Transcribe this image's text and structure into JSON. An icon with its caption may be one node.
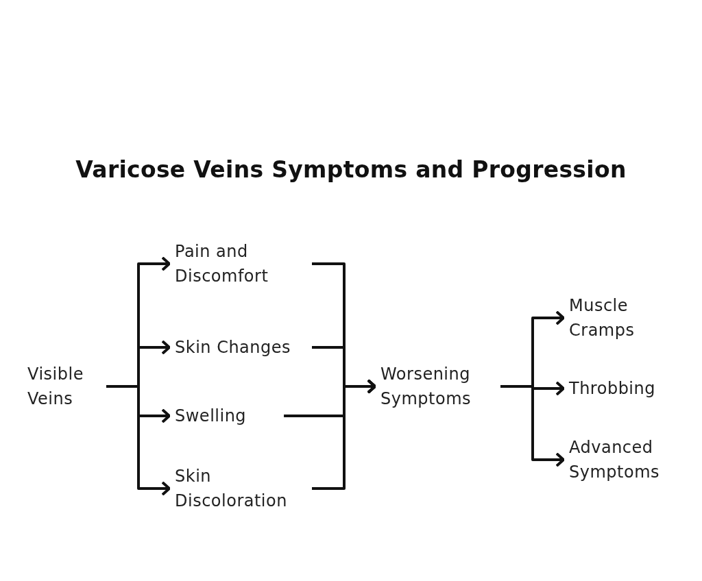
{
  "diagram": {
    "title": "Varicose Veins Symptoms and Progression",
    "nodes": [
      {
        "text": [
          "Visible Veins"
        ]
      },
      {
        "text": [
          "Pain and Discomfort"
        ]
      },
      {
        "text": [
          "Skin Changes"
        ]
      },
      {
        "text": [
          "Swelling"
        ]
      },
      {
        "text": [
          "Skin Discoloration"
        ]
      },
      {
        "text": [
          "Worsening Symptoms"
        ]
      },
      {
        "text": [
          "Muscle Cramps"
        ]
      },
      {
        "text": [
          "Throbbing"
        ]
      },
      {
        "text": [
          "Advanced Symptoms"
        ]
      }
    ],
    "edges": [
      {
        "from": 0,
        "to": 1,
        "arrow": "to"
      },
      {
        "from": 0,
        "to": 2,
        "arrow": "to"
      },
      {
        "from": 0,
        "to": 3,
        "arrow": "to"
      },
      {
        "from": 0,
        "to": 4,
        "arrow": "to"
      },
      {
        "from": 1,
        "to": 5,
        "arrow": "to"
      },
      {
        "from": 2,
        "to": 5,
        "arrow": "to"
      },
      {
        "from": 3,
        "to": 5,
        "arrow": "to"
      },
      {
        "from": 4,
        "to": 5,
        "arrow": "to"
      },
      {
        "from": 5,
        "to": 6,
        "arrow": "to"
      },
      {
        "from": 5,
        "to": 7,
        "arrow": "to"
      },
      {
        "from": 5,
        "to": 8,
        "arrow": "to"
      }
    ]
  }
}
